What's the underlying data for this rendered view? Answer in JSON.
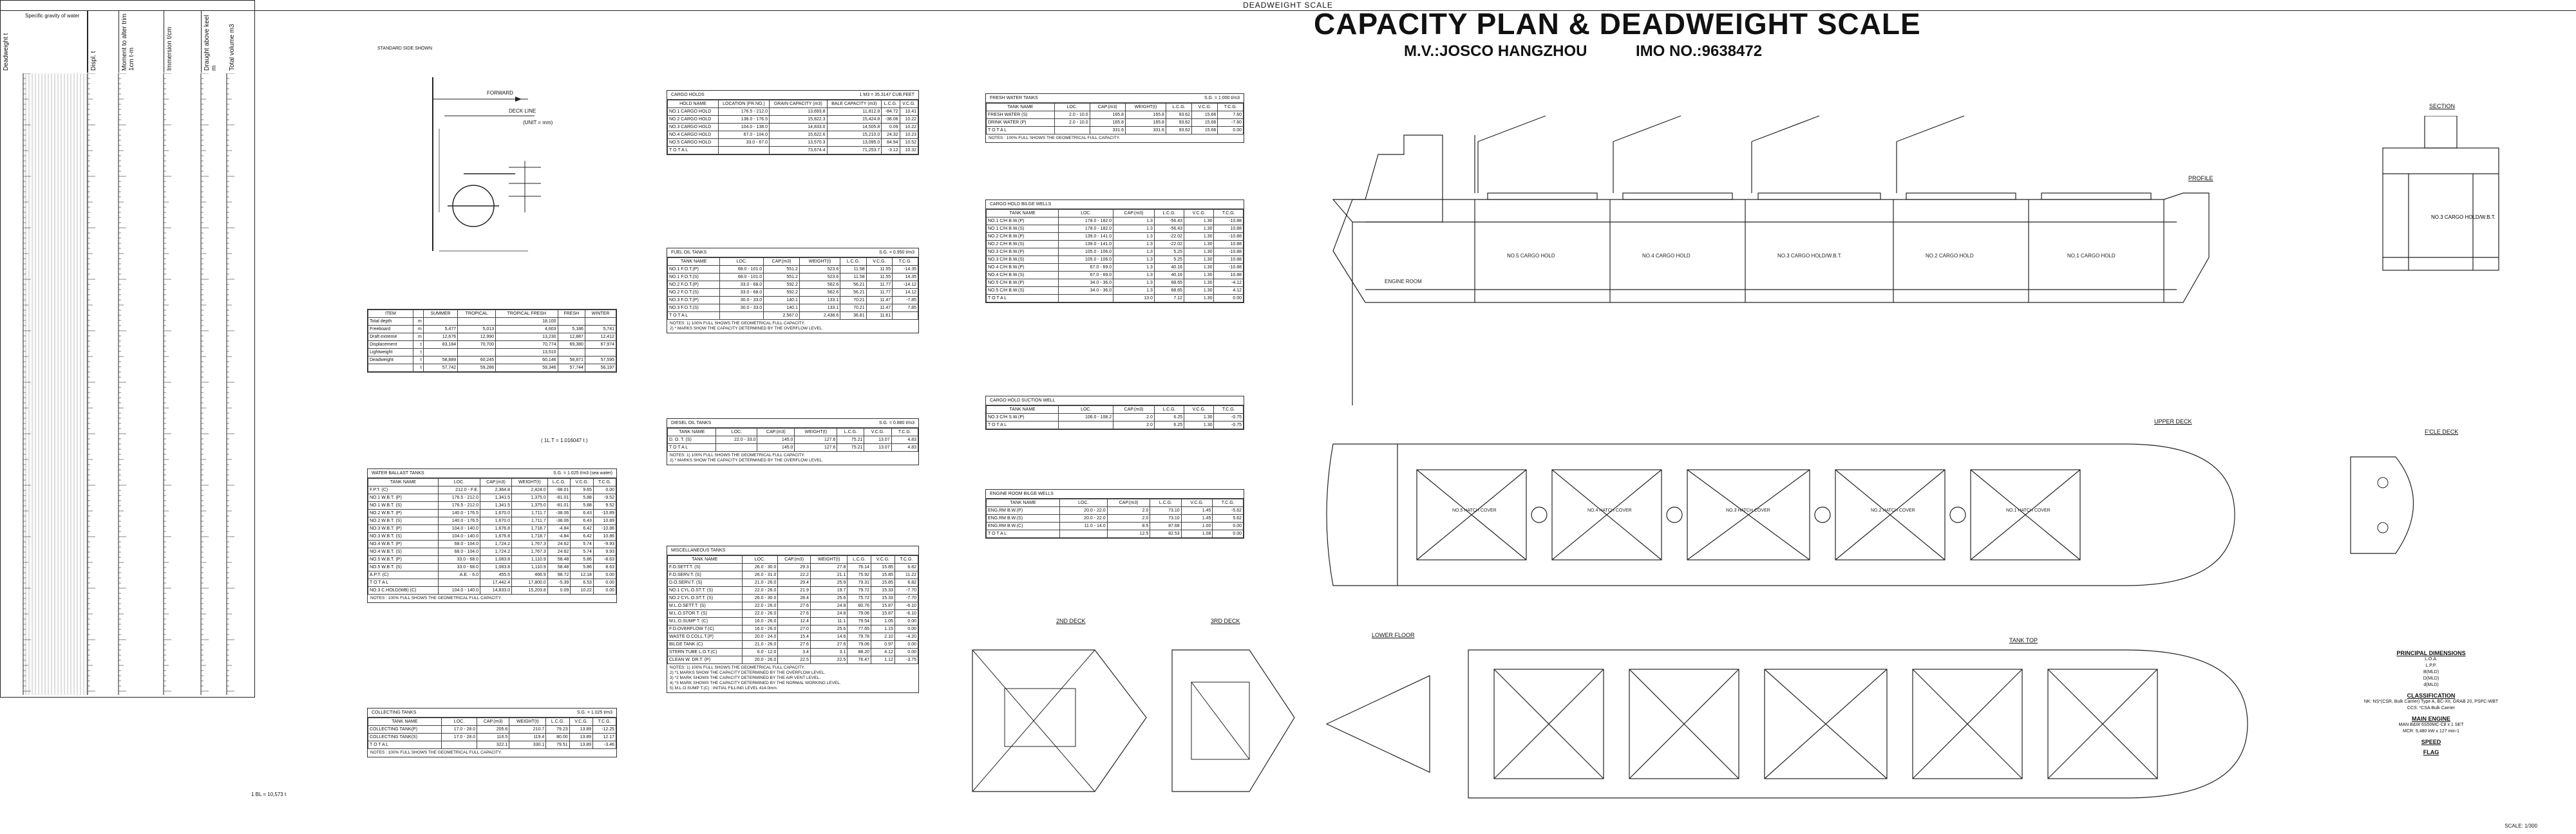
{
  "header": {
    "title": "CAPACITY PLAN & DEADWEIGHT SCALE",
    "vessel": "M.V.:JOSCO HANGZHOU",
    "imo": "IMO NO.:9638472",
    "scale_note": "SCALE: 1/300"
  },
  "deadweight_scale": {
    "title": "DEADWEIGHT SCALE",
    "columns": [
      "Deadweight t",
      "Specific gravity of water",
      "Displ. t",
      "Moment to alter trim 1cm t-m",
      "Immersion t/cm",
      "Draught above keel m",
      "Total volume m3"
    ],
    "footnote": "1 BL = 10,573 t"
  },
  "section_sketch": {
    "label": "STANDARD SIDE SHOWN",
    "forward": "FORWARD",
    "deck_line": "DECK LINE",
    "unit": "(UNIT = mm)"
  },
  "draft_table": {
    "headers": [
      "ITEM",
      "",
      "SUMMER",
      "TROPICAL",
      "TROPICAL FRESH",
      "FRESH",
      "WINTER"
    ],
    "rows": [
      [
        "Total depth",
        "m",
        "",
        "",
        "18,100",
        "",
        ""
      ],
      [
        "Freeboard",
        "m",
        "5,477",
        "5,013",
        "4,603",
        "5,186",
        "5,741"
      ],
      [
        "Draft extreme",
        "m",
        "12,676",
        "12,990",
        "13,230",
        "12,887",
        "12,412"
      ],
      [
        "Displacement",
        "t",
        "83,184",
        "70,700",
        "70,774",
        "69,380",
        "67,974"
      ],
      [
        "Lightweight",
        "t",
        "",
        "",
        "13,510",
        "",
        ""
      ],
      [
        "Deadweight",
        "t",
        "58,889",
        "60,245",
        "60,146",
        "58,871",
        "57,595"
      ],
      [
        "",
        "t",
        "57,742",
        "59,286",
        "59,346",
        "57,744",
        "56,197"
      ]
    ],
    "note": "( 1L.T = 1.016047 t )"
  },
  "cargo_holds": {
    "title": "CARGO HOLDS",
    "sub": "1 M3 = 35.3147 CUB.FEET",
    "headers": [
      "HOLD NAME",
      "LOCATION (FR.NO.)",
      "GRAIN CAPACITY (m3)",
      "BALE CAPACITY (m3)",
      "L.C.G.",
      "V.C.G."
    ],
    "rows": [
      [
        "NO.1 CARGO HOLD",
        "176.5 - 212.0",
        "13,693.8",
        "11,812.8",
        "-84.72",
        "10.41"
      ],
      [
        "NO.2 CARGO HOLD",
        "138.0 - 176.5",
        "15,822.3",
        "15,424.8",
        "-38.06",
        "10.22"
      ],
      [
        "NO.3 CARGO HOLD",
        "104.0 - 138.0",
        "14,833.0",
        "14,505.8",
        "0.09",
        "10.22"
      ],
      [
        "NO.4 CARGO HOLD",
        "67.0 - 104.0",
        "15,622.6",
        "15,210.0",
        "24.32",
        "10.23"
      ],
      [
        "NO.5 CARGO HOLD",
        "33.0 - 67.0",
        "13,570.3",
        "13,095.0",
        "84.94",
        "10.52"
      ],
      [
        "T O T A L",
        "",
        "73,674.4",
        "71,253.7",
        "-3.12",
        "10.32"
      ]
    ]
  },
  "fuel_oil": {
    "title": "FUEL OIL TANKS",
    "sub": "S.G. = 0.950 t/m3",
    "headers": [
      "TANK NAME",
      "LOC.",
      "CAP.(m3)",
      "WEIGHT(t)",
      "L.C.G.",
      "V.C.G.",
      "T.C.G."
    ],
    "rows": [
      [
        "NO.1 F.O.T.(P)",
        "68.0 - 101.0",
        "551.2",
        "523.6",
        "11.58",
        "11.55",
        "-14.35"
      ],
      [
        "NO.1 F.O.T.(S)",
        "68.0 - 101.0",
        "551.2",
        "523.6",
        "11.58",
        "11.55",
        "14.35"
      ],
      [
        "NO.2 F.O.T.(P)",
        "33.0 - 68.0",
        "592.2",
        "562.6",
        "56.21",
        "11.77",
        "-14.12"
      ],
      [
        "NO.2 F.O.T.(S)",
        "33.0 - 68.0",
        "592.2",
        "562.6",
        "56.21",
        "11.77",
        "14.12"
      ],
      [
        "NO.3 F.O.T.(P)",
        "30.0 - 33.0",
        "140.1",
        "133.1",
        "70.21",
        "11.47",
        "-7.85"
      ],
      [
        "NO.3 F.O.T.(S)",
        "30.0 - 33.0",
        "140.1",
        "133.1",
        "70.21",
        "11.47",
        "7.85"
      ],
      [
        "T O T A L",
        "",
        "2,567.0",
        "2,438.6",
        "36.81",
        "11.61",
        ""
      ]
    ],
    "notes": [
      "NOTES: 1) 100% FULL SHOWS THE GEOMETRICAL FULL CAPACITY.",
      "2) * MARKS SHOW THE CAPACITY DETERMINED BY THE OVERFLOW LEVEL."
    ]
  },
  "diesel_oil": {
    "title": "DIESEL OIL TANKS",
    "sub": "S.G. = 0.880 t/m3",
    "headers": [
      "TANK NAME",
      "LOC.",
      "CAP.(m3)",
      "WEIGHT(t)",
      "L.C.G.",
      "V.C.G.",
      "T.C.G."
    ],
    "rows": [
      [
        "D. O. T. (S)",
        "22.0 - 33.0",
        "145.0",
        "127.6",
        "75.21",
        "13.07",
        "4.83"
      ],
      [
        "T O T A L",
        "",
        "145.0",
        "127.6",
        "75.21",
        "13.07",
        "4.83"
      ]
    ],
    "notes": [
      "NOTES: 1) 100% FULL SHOWS THE GEOMETRICAL FULL CAPACITY.",
      "2) * MARKS SHOW THE CAPACITY DETERMINED BY THE OVERFLOW LEVEL."
    ]
  },
  "misc_tanks": {
    "title": "MISCELLANEOUS TANKS",
    "headers": [
      "TANK NAME",
      "LOC.",
      "CAP.(m3)",
      "WEIGHT(t)",
      "L.C.G.",
      "V.C.G.",
      "T.C.G."
    ],
    "rows": [
      [
        "F.O.SETT.T. (S)",
        "26.0 - 30.0",
        "29.3",
        "27.8",
        "76.14",
        "15.85",
        "6.82"
      ],
      [
        "F.O.SERV.T. (S)",
        "26.0 - 31.0",
        "22.2",
        "21.1",
        "75.92",
        "15.85",
        "11.22"
      ],
      [
        "D.O.SERV.T. (S)",
        "21.0 - 26.0",
        "29.4",
        "25.9",
        "79.31",
        "15.85",
        "6.82"
      ],
      [
        "NO.1 CYL.O.ST.T. (S)",
        "22.0 - 26.0",
        "21.9",
        "19.7",
        "79.72",
        "15.33",
        "-7.70"
      ],
      [
        "NO.2 CYL.O.ST.T. (S)",
        "26.0 - 30.0",
        "28.4",
        "25.6",
        "75.72",
        "15.33",
        "-7.70"
      ],
      [
        "M.L.O.SETT.T. (S)",
        "22.0 - 26.0",
        "27.6",
        "24.8",
        "80.76",
        "15.87",
        "-6.10"
      ],
      [
        "M.L.O.STOR.T. (S)",
        "22.0 - 26.0",
        "27.6",
        "24.8",
        "79.06",
        "15.87",
        "-6.10"
      ],
      [
        "M.L.O.SUMP T. (C)",
        "16.0 - 26.0",
        "12.4",
        "11.1",
        "79.54",
        "1.05",
        "0.00"
      ],
      [
        "F.O.OVERFLOW T.(C)",
        "16.0 - 26.0",
        "27.0",
        "25.6",
        "77.65",
        "1.15",
        "0.00"
      ],
      [
        "WASTE O.COLL.T.(P)",
        "20.0 - 24.0",
        "15.4",
        "14.6",
        "79.78",
        "2.10",
        "-4.20"
      ],
      [
        "BILGE TANK (C)",
        "21.0 - 26.0",
        "27.6",
        "27.6",
        "79.06",
        "0.97",
        "0.00"
      ],
      [
        "STERN TUBE L.O.T.(C)",
        "6.0 - 12.0",
        "3.4",
        "3.1",
        "88.20",
        "4.12",
        "0.00"
      ],
      [
        "CLEAN W. DR.T. (P)",
        "20.0 - 26.0",
        "22.5",
        "22.5",
        "76.47",
        "1.12",
        "-3.75"
      ]
    ],
    "notes": [
      "NOTES: 1) 100% FULL SHOWS THE GEOMETRICAL FULL CAPACITY.",
      "2) *1 MARKS SHOW THE CAPACITY DETERMINED BY THE OVERFLOW LEVEL.",
      "3) *2 MARK SHOWS THE CAPACITY DETERMINED BY THE AIR VENT LEVEL.",
      "4) *3 MARK SHOWS THE CAPACITY DETERMINED BY THE NORMAL WORKING LEVEL.",
      "5) M.L.O.SUMP T.(C) : INITIAL FILLING LEVEL 414.0mm."
    ]
  },
  "water_ballast": {
    "title": "WATER BALLAST TANKS",
    "sub": "S.G. = 1.025 t/m3 (sea water)",
    "headers": [
      "TANK NAME",
      "LOC.",
      "CAP.(m3)",
      "WEIGHT(t)",
      "L.C.G.",
      "V.C.G.",
      "T.C.G."
    ],
    "rows": [
      [
        "F.P.T. (C)",
        "212.0 - F.E.",
        "2,364.8",
        "2,424.0",
        "-98.01",
        "9.65",
        "0.00"
      ],
      [
        "NO.1 W.B.T. (P)",
        "176.5 - 212.0",
        "1,341.5",
        "1,375.0",
        "-81.01",
        "5.88",
        "-9.52"
      ],
      [
        "NO.1 W.B.T. (S)",
        "176.5 - 212.0",
        "1,341.5",
        "1,375.0",
        "-81.01",
        "5.88",
        "9.52"
      ],
      [
        "NO.2 W.B.T. (P)",
        "140.0 - 176.5",
        "1,670.0",
        "1,711.7",
        "-38.06",
        "6.43",
        "-10.89"
      ],
      [
        "NO.2 W.B.T. (S)",
        "140.0 - 176.5",
        "1,670.0",
        "1,711.7",
        "-38.06",
        "6.43",
        "10.89"
      ],
      [
        "NO.3 W.B.T. (P)",
        "104.0 - 140.0",
        "1,676.8",
        "1,718.7",
        "-4.84",
        "6.42",
        "-10.86"
      ],
      [
        "NO.3 W.B.T. (S)",
        "104.0 - 140.0",
        "1,676.8",
        "1,718.7",
        "-4.84",
        "6.42",
        "10.86"
      ],
      [
        "NO.4 W.B.T. (P)",
        "68.0 - 104.0",
        "1,724.2",
        "1,767.3",
        "24.62",
        "5.74",
        "-9.93"
      ],
      [
        "NO.4 W.B.T. (S)",
        "68.0 - 104.0",
        "1,724.2",
        "1,767.3",
        "24.62",
        "5.74",
        "9.93"
      ],
      [
        "NO.5 W.B.T. (P)",
        "33.0 - 68.0",
        "1,083.8",
        "1,110.9",
        "58.48",
        "5.86",
        "-8.63"
      ],
      [
        "NO.5 W.B.T. (S)",
        "33.0 - 68.0",
        "1,083.8",
        "1,110.9",
        "58.48",
        "5.86",
        "8.63"
      ],
      [
        "A.P.T. (C)",
        "A.E. - 6.0",
        "455.5",
        "466.9",
        "98.72",
        "12.18",
        "0.00"
      ],
      [
        "T O T A L",
        "",
        "17,442.4",
        "17,800.0",
        "-5.39",
        "6.53",
        "0.00"
      ],
      [
        "NO.3 C.HOLD(WB) (C)",
        "104.0 - 140.0",
        "14,833.0",
        "15,203.8",
        "0.09",
        "10.22",
        "0.00"
      ]
    ],
    "notes": [
      "NOTES : 100% FULL SHOWS THE GEOMETRICAL FULL CAPACITY."
    ]
  },
  "collecting_tanks": {
    "title": "COLLECTING TANKS",
    "sub": "S.G. = 1.025 t/m3",
    "headers": [
      "TANK NAME",
      "LOC.",
      "CAP.(m3)",
      "WEIGHT(t)",
      "L.C.G.",
      "V.C.G.",
      "T.C.G."
    ],
    "rows": [
      [
        "COLLECTING TANK(P)",
        "17.0 - 28.0",
        "205.6",
        "210.7",
        "79.23",
        "13.89",
        "-12.25"
      ],
      [
        "COLLECTING TANK(S)",
        "17.0 - 28.0",
        "116.5",
        "119.4",
        "80.00",
        "13.89",
        "12.17"
      ],
      [
        "T O T A L",
        "",
        "322.1",
        "330.1",
        "79.51",
        "13.89",
        "-3.46"
      ]
    ],
    "notes": [
      "NOTES : 100% FULL SHOWS THE GEOMETRICAL FULL CAPACITY."
    ]
  },
  "fresh_water": {
    "title": "FRESH WATER TANKS",
    "sub": "S.G. = 1.000 t/m3",
    "headers": [
      "TANK NAME",
      "LOC.",
      "CAP.(m3)",
      "WEIGHT(t)",
      "L.C.G.",
      "V.C.G.",
      "T.C.G."
    ],
    "rows": [
      [
        "FRESH WATER (S)",
        "2.0 - 10.0",
        "165.8",
        "165.8",
        "93.62",
        "15.66",
        "7.60"
      ],
      [
        "DRINK WATER (P)",
        "2.0 - 10.0",
        "165.8",
        "165.8",
        "93.62",
        "15.66",
        "-7.60"
      ],
      [
        "T O T A L",
        "",
        "331.6",
        "331.6",
        "93.62",
        "15.66",
        "0.00"
      ]
    ],
    "notes": [
      "NOTES : 100% FULL SHOWS THE GEOMETRICAL FULL CAPACITY."
    ]
  },
  "hold_bilge": {
    "title": "CARGO HOLD BILGE WELLS",
    "headers": [
      "TANK NAME",
      "LOC.",
      "CAP.(m3)",
      "L.C.G.",
      "V.C.G.",
      "T.C.G."
    ],
    "rows": [
      [
        "NO.1 C/H B.W.(P)",
        "178.0 - 182.0",
        "1.3",
        "-56.43",
        "1.30",
        "-10.88"
      ],
      [
        "NO.1 C/H B.W.(S)",
        "178.0 - 182.0",
        "1.3",
        "-56.43",
        "1.30",
        "10.88"
      ],
      [
        "NO.2 C/H B.W.(P)",
        "139.0 - 141.0",
        "1.3",
        "-22.02",
        "1.30",
        "-10.88"
      ],
      [
        "NO.2 C/H B.W.(S)",
        "139.0 - 141.0",
        "1.3",
        "-22.02",
        "1.30",
        "10.88"
      ],
      [
        "NO.3 C/H B.W.(P)",
        "105.0 - 106.0",
        "1.3",
        "5.25",
        "1.30",
        "-10.88"
      ],
      [
        "NO.3 C/H B.W.(S)",
        "105.0 - 106.0",
        "1.3",
        "5.25",
        "1.30",
        "10.88"
      ],
      [
        "NO.4 C/H B.W.(P)",
        "67.0 - 69.0",
        "1.3",
        "40.16",
        "1.30",
        "-10.88"
      ],
      [
        "NO.4 C/H B.W.(S)",
        "67.0 - 69.0",
        "1.3",
        "40.16",
        "1.30",
        "10.88"
      ],
      [
        "NO.5 C/H B.W.(P)",
        "34.0 - 36.0",
        "1.3",
        "68.65",
        "1.30",
        "-4.12"
      ],
      [
        "NO.5 C/H B.W.(S)",
        "34.0 - 36.0",
        "1.3",
        "68.65",
        "1.30",
        "4.12"
      ],
      [
        "T O T A L",
        "",
        "13.0",
        "7.12",
        "1.30",
        "0.00"
      ]
    ]
  },
  "suction_well": {
    "title": "CARGO HOLD SUCTION WELL",
    "headers": [
      "TANK NAME",
      "LOC.",
      "CAP.(m3)",
      "L.C.G.",
      "V.C.G.",
      "T.C.G."
    ],
    "rows": [
      [
        "NO.3 C/H S.W.(P)",
        "106.0 - 108.2",
        "2.0",
        "6.25",
        "1.30",
        "-0.75"
      ],
      [
        "T O T A L",
        "",
        "2.0",
        "6.25",
        "1.30",
        "-0.75"
      ]
    ]
  },
  "er_bilge": {
    "title": "ENGINE ROOM BILGE WELLS",
    "headers": [
      "TANK NAME",
      "LOC.",
      "CAP.(m3)",
      "L.C.G.",
      "V.C.G.",
      "T.C.G."
    ],
    "rows": [
      [
        "ENG.RM B.W.(P)",
        "20.0 - 22.0",
        "2.0",
        "73.10",
        "1.45",
        "-5.62"
      ],
      [
        "ENG.RM B.W.(S)",
        "20.0 - 22.0",
        "2.0",
        "73.10",
        "1.45",
        "5.62"
      ],
      [
        "ENG.RM B.W.(C)",
        "11.0 - 14.0",
        "8.5",
        "87.68",
        "1.00",
        "0.00"
      ],
      [
        "T O T A L",
        "",
        "12.5",
        "82.53",
        "1.08",
        "0.00"
      ]
    ]
  },
  "views": {
    "profile": "PROFILE",
    "section": "SECTION",
    "upper_deck": "UPPER DECK",
    "fcle_deck": "F'CLE DECK",
    "lower_floor": "LOWER FLOOR",
    "tank_top": "TANK TOP",
    "second_deck": "2ND DECK",
    "third_deck": "3RD DECK",
    "engine_room": "ENGINE ROOM",
    "holds": [
      "NO.1 CARGO HOLD",
      "NO.2 CARGO HOLD",
      "NO.3 CARGO HOLD/W.B.T.",
      "NO.4 CARGO HOLD",
      "NO.5 CARGO HOLD"
    ],
    "hatch_covers": [
      "NO.1 HATCH COVER",
      "NO.2 HATCH COVER",
      "NO.3 HATCH COVER",
      "NO.4 HATCH COVER",
      "NO.5 HATCH COVER"
    ]
  },
  "particulars": {
    "title": "PRINCIPAL DIMENSIONS",
    "lines": [
      "L.O.A.",
      "L.P.P.",
      "B(MLD)",
      "D(MLD)",
      "d(MLD)"
    ],
    "classification_title": "CLASSIFICATION",
    "classification": [
      "NK: NS*(CSR, Bulk Carrier) Type A, BC-XII, GRAB 20, PSPC-WBT",
      "CCS: *CSA Bulk Carrier"
    ],
    "engine_title": "MAIN ENGINE",
    "engine": [
      "MAN B&W 6S50MC-C8 x 1 SET",
      "MCR: 9,480 kW x 127 min-1"
    ],
    "speed_title": "SPEED",
    "flag_title": "FLAG"
  }
}
